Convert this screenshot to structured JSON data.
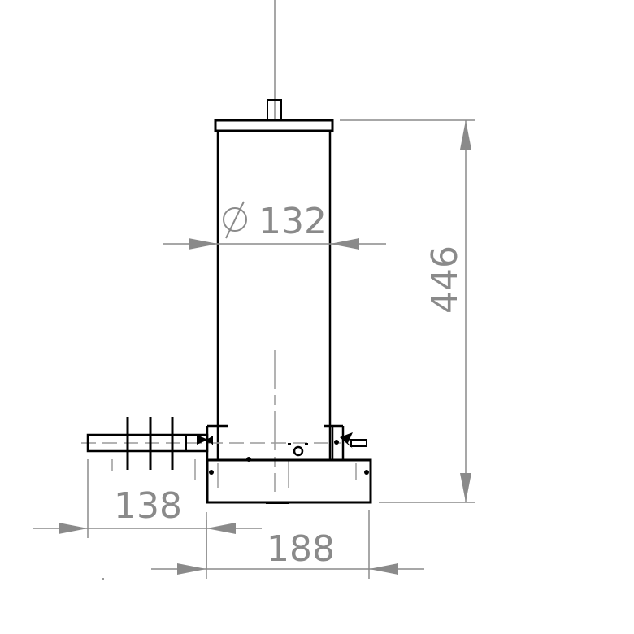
{
  "drawing": {
    "colors": {
      "part_line": "#000000",
      "dimension_line": "#8a8a8a",
      "center_line": "#9a9a9a",
      "background": "#ffffff"
    },
    "dimensions": {
      "diameter": {
        "symbol": "Ø",
        "value": "132",
        "label": "132"
      },
      "height": {
        "value": "446",
        "label": "446"
      },
      "side_offset": {
        "value": "138",
        "label": "138"
      },
      "base_width": {
        "value": "188",
        "label": "188"
      }
    }
  }
}
